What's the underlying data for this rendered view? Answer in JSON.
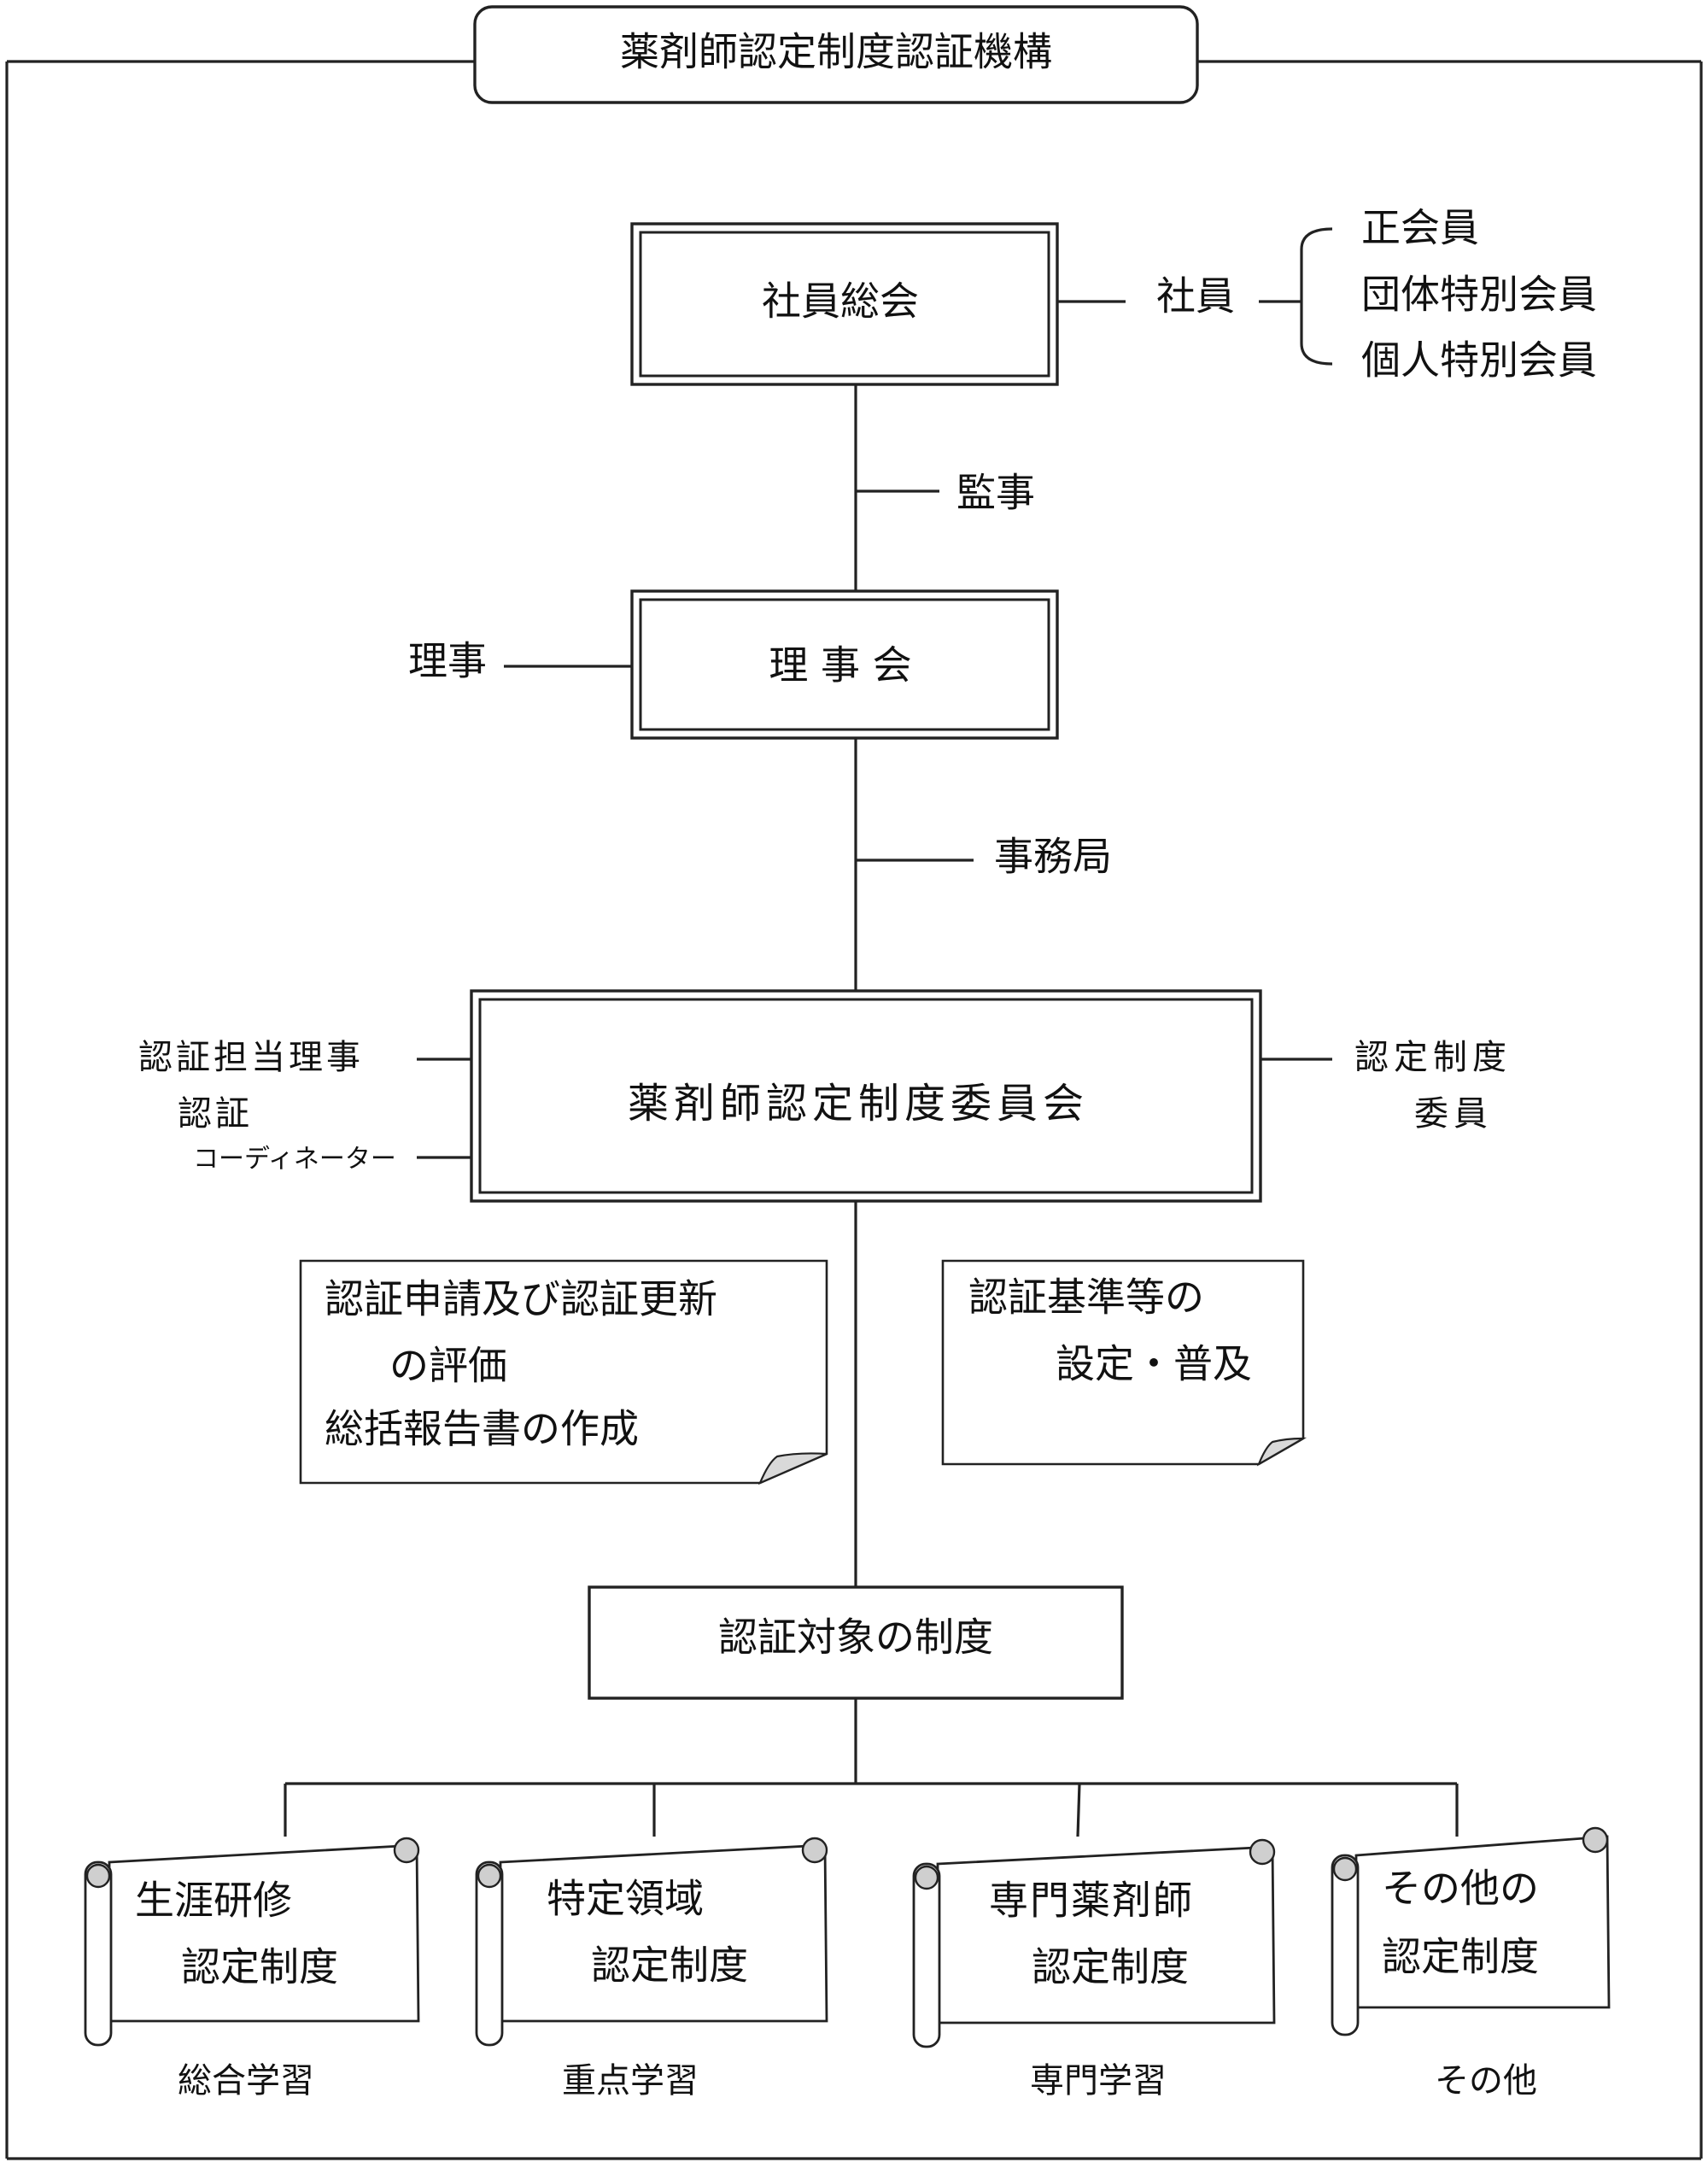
{
  "title": "薬剤師認定制度認証機構",
  "general_meeting": "社員総会",
  "members_label": "社員",
  "member_types": [
    "正会員",
    "団体特別会員",
    "個人特別会員"
  ],
  "auditor": "監事",
  "board_member": "理事",
  "board": "理 事 会",
  "secretariat": "事務局",
  "committee": "薬剤師認定制度委員会",
  "left_labels": {
    "director": "認証担当理事",
    "coordinator_l1": "認証",
    "coordinator_l2": "コーディネーター"
  },
  "right_labels": {
    "line1": "認定制度",
    "line2": "委員"
  },
  "note_left": {
    "line1": "認証申請及び認証更新",
    "line2": "の評価",
    "line3": "総括報告書の作成"
  },
  "note_right": {
    "line1": "認証基準等の",
    "line2": "設定・普及"
  },
  "target": "認証対象の制度",
  "programs": [
    {
      "line1": "生涯研修",
      "line2": "認定制度",
      "caption": "総合学習"
    },
    {
      "line1": "特定領域",
      "line2": "認定制度",
      "caption": "重点学習"
    },
    {
      "line1": "専門薬剤師",
      "line2": "認定制度",
      "caption": "専門学習"
    },
    {
      "line1": "その他の",
      "line2": "認定制度",
      "caption": "その他"
    }
  ]
}
